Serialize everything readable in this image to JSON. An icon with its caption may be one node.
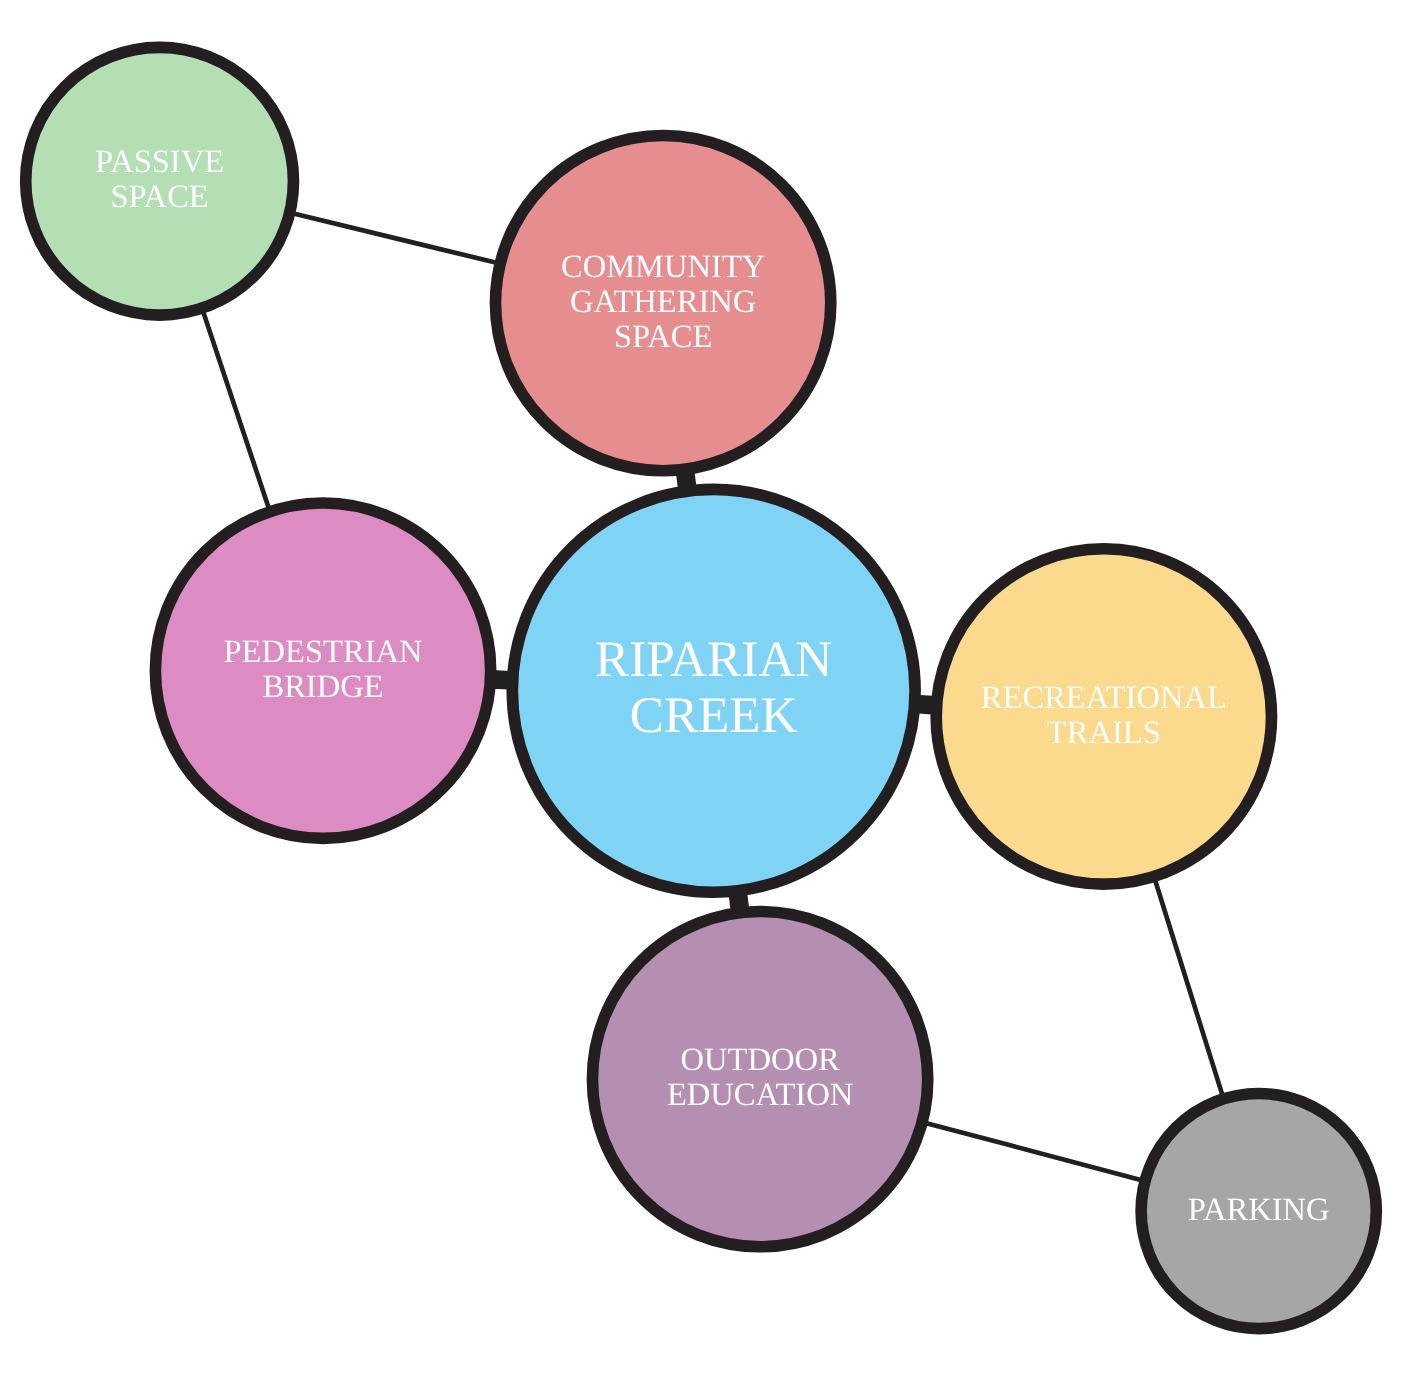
{
  "diagram": {
    "nodes": [
      {
        "text": [
          "RIPARIAN CREEK"
        ]
      },
      {
        "text": [
          "OUTDOOR EDUCATION"
        ]
      },
      {
        "text": [
          "PARKING"
        ]
      },
      {
        "text": [
          "RECREATIONAL TRAILS"
        ]
      },
      {
        "text": [
          "COMMUNITY GATHERING SPACE"
        ]
      },
      {
        "text": [
          "PASSIVE SPACE"
        ]
      },
      {
        "text": [
          "PEDESTRIAN BRIDGE"
        ]
      }
    ],
    "edges": [
      {
        "from": 0,
        "to": 1,
        "arrow": "none",
        "style": "thick"
      },
      {
        "from": 0,
        "to": 3,
        "arrow": "none",
        "style": "thick"
      },
      {
        "from": 0,
        "to": 4,
        "arrow": "none",
        "style": "thick"
      },
      {
        "from": 0,
        "to": 6,
        "arrow": "none",
        "style": "thick"
      },
      {
        "from": 1,
        "to": 2,
        "arrow": "none"
      },
      {
        "from": 2,
        "to": 3,
        "arrow": "none"
      },
      {
        "from": 4,
        "to": 5,
        "arrow": "none"
      },
      {
        "from": 5,
        "to": 6,
        "arrow": "none"
      }
    ]
  }
}
